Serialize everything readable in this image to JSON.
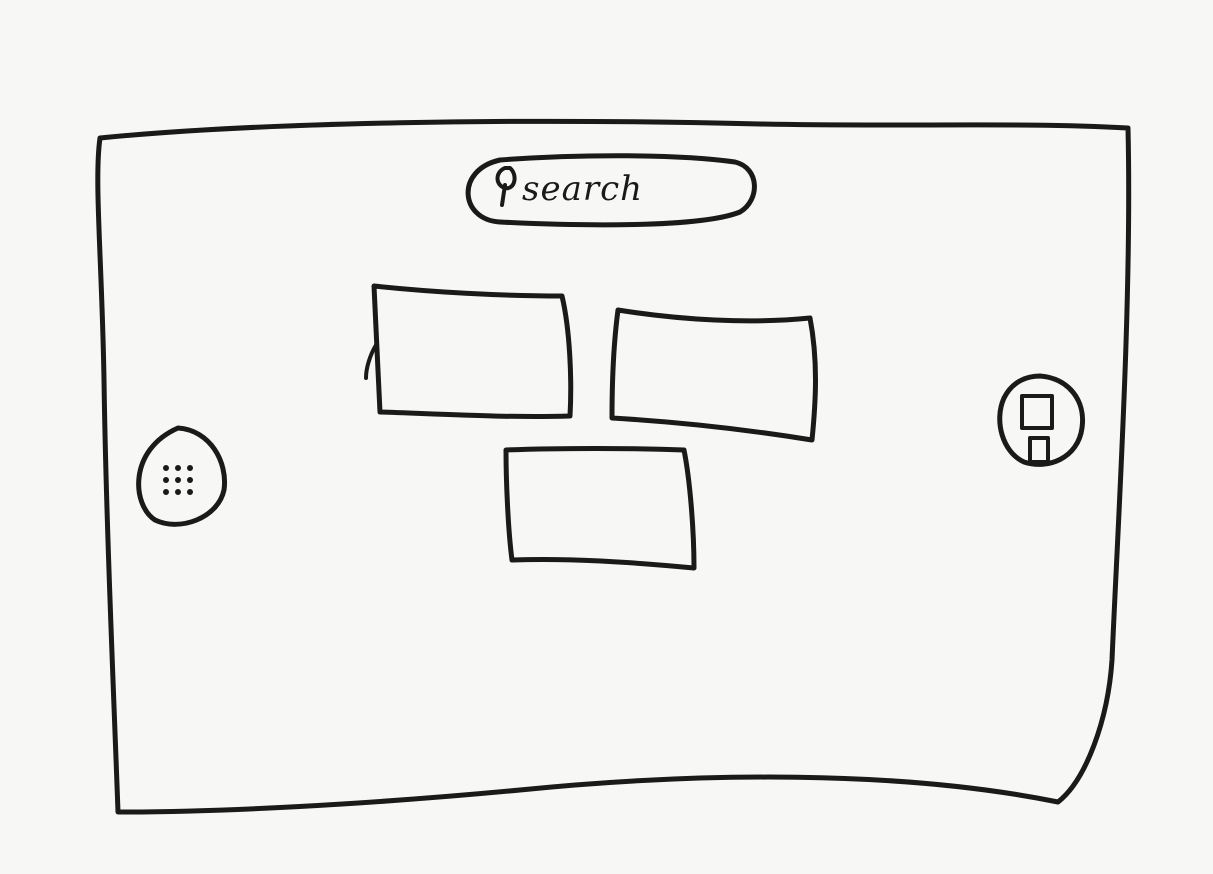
{
  "search": {
    "placeholder": "search",
    "icon": "search-icon"
  },
  "cards": [
    {
      "name": "card-top-left"
    },
    {
      "name": "card-top-right"
    },
    {
      "name": "card-bottom"
    }
  ],
  "left_button": {
    "icon": "grid-dots-icon"
  },
  "right_button": {
    "icon": "device-icon"
  },
  "colors": {
    "ink": "#1a1a1a",
    "paper": "#f7f7f5"
  }
}
